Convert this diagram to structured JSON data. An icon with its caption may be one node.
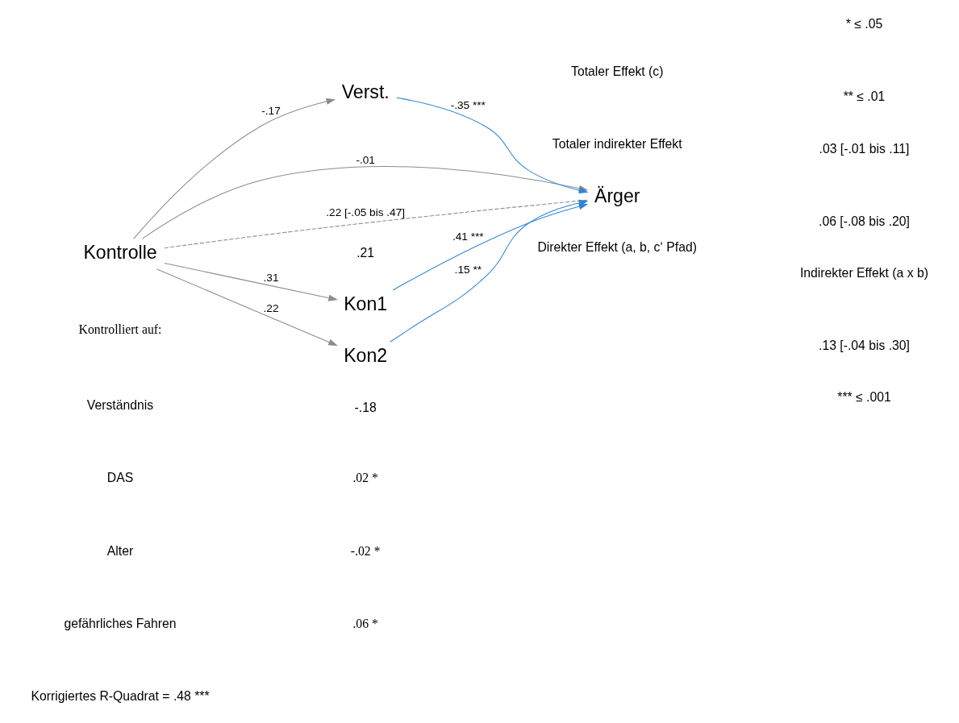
{
  "diagram": {
    "nodes": [
      {
        "text": [
          "Kontrolle"
        ]
      },
      {
        "text": [
          "Kon1"
        ]
      },
      {
        "text": [
          "Kon2"
        ]
      },
      {
        "text": [
          "Verst."
        ]
      },
      {
        "text": [
          "Ärger"
        ]
      }
    ],
    "edges": [
      {
        "from": 0,
        "to": 1,
        "arrow": "to",
        "label": ".31"
      },
      {
        "from": 0,
        "to": 2,
        "arrow": "to",
        "label": ".22"
      },
      {
        "from": 0,
        "to": 3,
        "arrow": "to",
        "label": "-.17"
      },
      {
        "from": 1,
        "to": 4,
        "arrow": "to",
        "label": ".41 ***",
        "color": "#2e86d6"
      },
      {
        "from": 2,
        "to": 4,
        "arrow": "to",
        "label": ".15 **",
        "color": "#2e86d6"
      },
      {
        "from": 3,
        "to": 4,
        "arrow": "to",
        "label": "-.35 ***",
        "color": "#2e86d6"
      },
      {
        "from": 0,
        "to": 4,
        "arrow": "to",
        "label": "-.01"
      },
      {
        "from": 0,
        "to": 4,
        "arrow": "none",
        "label": ".22 [-.05 bis .47]",
        "style": "dashed"
      }
    ],
    "labels": [
      ".21",
      "Indirekter Effekt (a x b)",
      ".13 [-.04 bis .30]",
      ".03 [-.01 bis .11]",
      ".06 [-.08 bis .20]",
      "Kontrolliert auf:",
      "Verständnis",
      "-.18",
      "DAS",
      ".02 *",
      "Alter",
      "-.02 *",
      "gefährliches Fahren",
      ".06 *",
      "Korrigiertes R-Quadrat = .48 ***",
      "* ≤ .05",
      "** ≤ .01",
      "*** ≤ .001"
    ],
    "legend": [
      {
        "text": "Totaler Effekt (c)"
      },
      {
        "text": "Totaler indirekter Effekt"
      },
      {
        "text": "Direkter Effekt (a, b, c‘ Pfad)"
      }
    ]
  }
}
